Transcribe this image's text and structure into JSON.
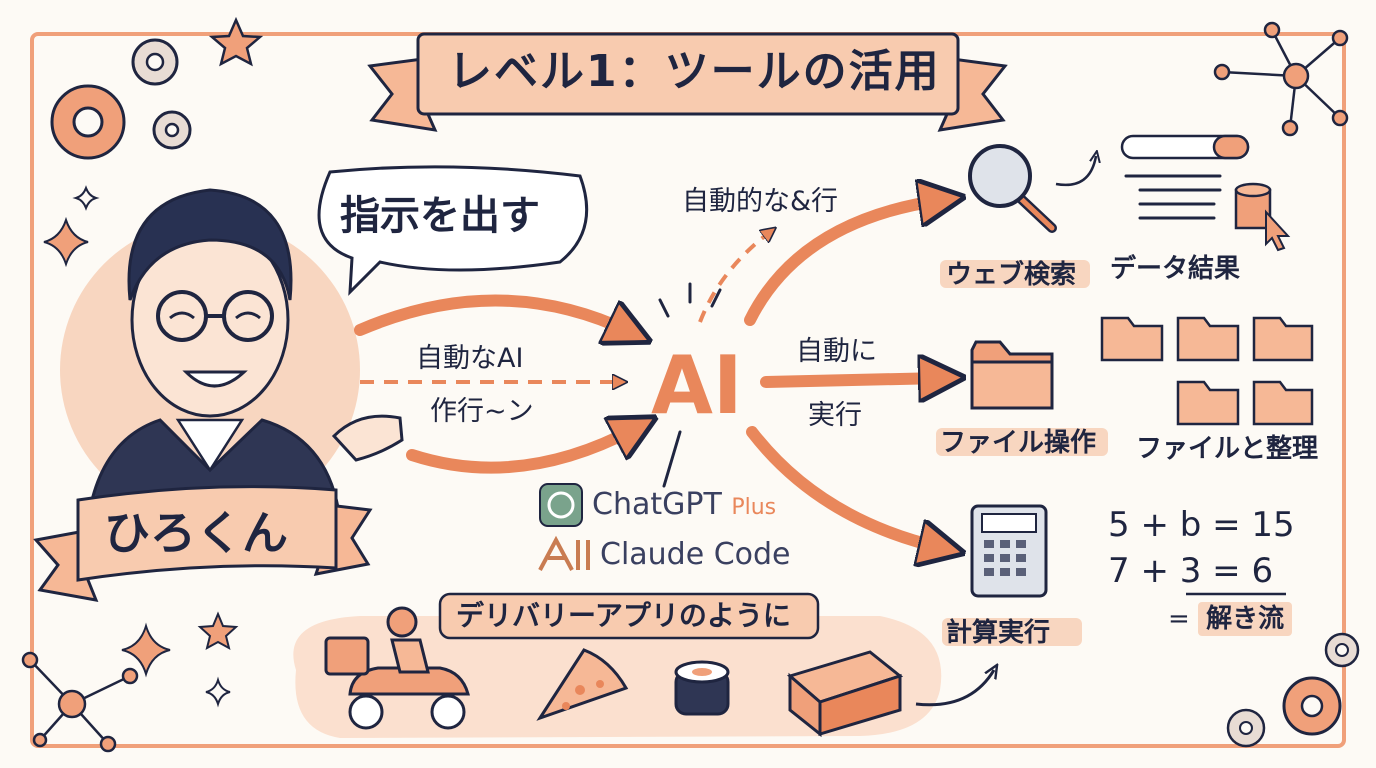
{
  "title": "レベル1：ツールの活用",
  "speech_bubble": "指示を出す",
  "person_name": "ひろくん",
  "center_label": "AI",
  "arrow_labels": {
    "input_line1": "自動なAI",
    "input_line2": "作行~ン",
    "top": "自動的な&行",
    "middle_line1": "自動に",
    "middle_line2": "実行"
  },
  "tools": {
    "chatgpt": "ChatGPT",
    "chatgpt_plus": "Plus",
    "claude": "Claude Code"
  },
  "outputs": {
    "web_search": "ウェブ検索",
    "data_result": "データ結果",
    "file_ops": "ファイル操作",
    "file_organize": "ファイルと整理",
    "calc": "計算実行"
  },
  "equations": {
    "line1": "5 + b = 15",
    "line2": "7 + 3 = 6",
    "result_prefix": "=",
    "result": "解き流"
  },
  "delivery_label": "デリバリーアプリのように",
  "colors": {
    "accent": "#e9875b",
    "accent_light": "#f8d6c0",
    "ink": "#1f2540",
    "background": "#fdfaf5"
  }
}
